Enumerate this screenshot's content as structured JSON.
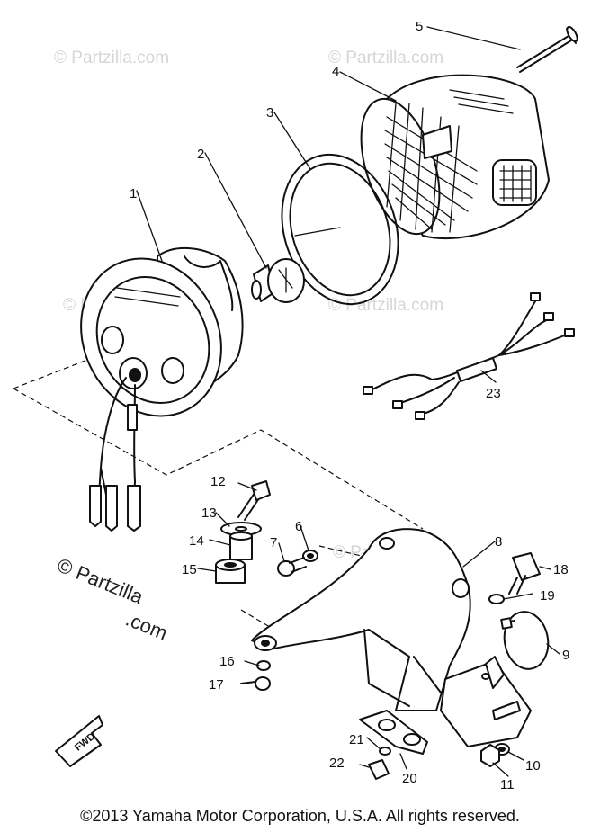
{
  "watermark": {
    "brand": "© Partzilla.com",
    "brand_line1": "© Partzilla",
    "brand_line2": ".com"
  },
  "callouts": [
    "1",
    "2",
    "3",
    "4",
    "5",
    "6",
    "7",
    "8",
    "9",
    "10",
    "11",
    "12",
    "13",
    "14",
    "15",
    "16",
    "17",
    "18",
    "19",
    "20",
    "21",
    "22",
    "23"
  ],
  "direction_label": "FWD",
  "copyright": "©2013 Yamaha Motor Corporation, U.S.A. All rights reserved."
}
